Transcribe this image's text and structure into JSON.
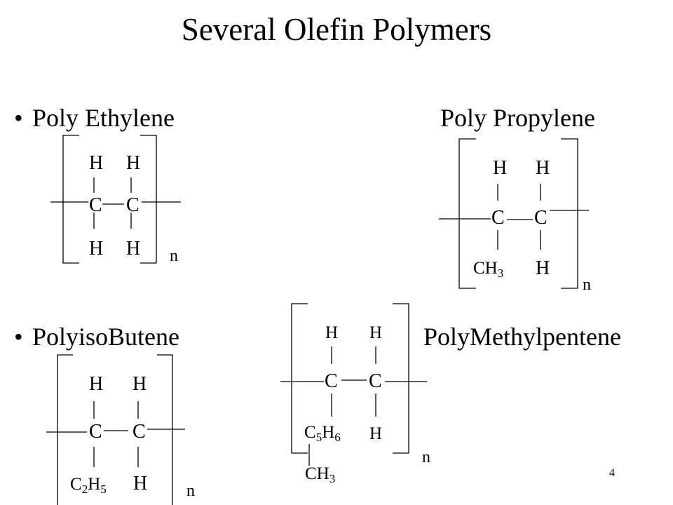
{
  "slide": {
    "title": "Several Olefin Polymers",
    "page_number": "4"
  },
  "bullets": [
    {
      "marker": "•",
      "label": "Poly Ethylene"
    },
    {
      "marker": "•",
      "label": "PolyisoButene"
    }
  ],
  "labels": {
    "polypropylene": "Poly Propylene",
    "polymethylpentene": "PolyMethylpentene"
  },
  "structures": {
    "polyethylene": {
      "top_left": "H",
      "top_right": "H",
      "carbon_left": "C",
      "carbon_right": "C",
      "bottom_left": "H",
      "bottom_right": "H",
      "repeat": "n"
    },
    "polypropylene": {
      "top_left": "H",
      "top_right": "H",
      "carbon_left": "C",
      "carbon_right": "C",
      "bottom_left_base": "CH",
      "bottom_left_sub": "3",
      "bottom_right": "H",
      "repeat": "n"
    },
    "polyisobutene": {
      "top_left": "H",
      "top_right": "H",
      "carbon_left": "C",
      "carbon_right": "C",
      "bottom_left_c": "C",
      "bottom_left_c_sub": "2",
      "bottom_left_h": "H",
      "bottom_left_h_sub": "5",
      "bottom_right": "H",
      "repeat": "n"
    },
    "polymethylpentene": {
      "top_left": "H",
      "top_right": "H",
      "carbon_left": "C",
      "carbon_right": "C",
      "bottom_left_c": "C",
      "bottom_left_c_sub": "5",
      "bottom_left_h": "H",
      "bottom_left_h_sub": "6",
      "bottom_right": "H",
      "pendant_base": "CH",
      "pendant_sub": "3",
      "repeat": "n"
    }
  }
}
